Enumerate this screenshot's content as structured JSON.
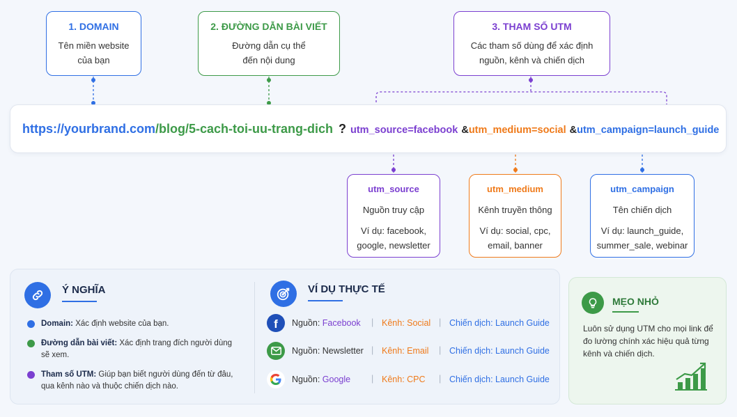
{
  "domain_box": {
    "title": "1. DOMAIN",
    "line1": "Tên miền website",
    "line2": "của bạn"
  },
  "path_box": {
    "title": "2. ĐƯỜNG DẪN BÀI VIẾT",
    "line1": "Đường dẫn cụ thể",
    "line2": "đến nội dung"
  },
  "utm_box": {
    "title": "3. THAM SỐ UTM",
    "line1": "Các tham số dùng để xác định",
    "line2": "nguồn, kênh và chiến dịch"
  },
  "url": {
    "domain": "https://yourbrand.com",
    "path": "/blog/5-cach-toi-uu-trang-dich",
    "question": "?",
    "source": "utm_source=facebook",
    "amp1": "&",
    "medium": "utm_medium=social",
    "amp2": "&",
    "campaign": "utm_campaign=launch_guide"
  },
  "params": [
    {
      "title": "utm_source",
      "desc": "Nguồn truy cập",
      "ex1": "Ví dụ: facebook,",
      "ex2": "google, newsletter"
    },
    {
      "title": "utm_medium",
      "desc": "Kênh truyền thông",
      "ex1": "Ví dụ: social, cpc,",
      "ex2": "email, banner"
    },
    {
      "title": "utm_campaign",
      "desc": "Tên chiến dịch",
      "ex1": "Ví dụ: launch_guide,",
      "ex2": "summer_sale, webinar"
    }
  ],
  "meaning": {
    "title": "Ý NGHĨA",
    "items": [
      {
        "label": "Domain:",
        "text": " Xác định website của bạn."
      },
      {
        "label": "Đường dẫn bài viết:",
        "text": " Xác định trang đích người dùng sẽ xem."
      },
      {
        "label": "Tham số UTM:",
        "text": " Giúp bạn biết người dùng đến từ đâu, qua kênh nào và thuộc chiến dịch nào."
      }
    ]
  },
  "examples": {
    "title": "VÍ DỤ THỰC TẾ",
    "rows": [
      {
        "icon": "facebook-icon",
        "source_prefix": "Nguồn: ",
        "source": "Facebook",
        "channel": "Kênh: Social",
        "campaign": "Chiến dịch: Launch Guide",
        "sep": "|"
      },
      {
        "icon": "email-icon",
        "source_prefix": "Nguồn: ",
        "source": "Newsletter",
        "channel": "Kênh: Email",
        "campaign": "Chiến dịch: Launch Guide",
        "sep": "|"
      },
      {
        "icon": "google-icon",
        "source_prefix": "Nguồn: ",
        "source": "Google",
        "channel": "Kênh: CPC",
        "campaign": "Chiến dịch: Launch Guide",
        "sep": "|"
      }
    ]
  },
  "tip": {
    "title": "MẸO NHỎ",
    "text": "Luôn sử dụng UTM cho mọi link để đo lường chính xác hiệu quả từng kênh và chiến dịch."
  },
  "colors": {
    "blue": "#2f6fe4",
    "green": "#3d9a48",
    "purple": "#7b3fd0",
    "orange": "#ef7a1a"
  }
}
